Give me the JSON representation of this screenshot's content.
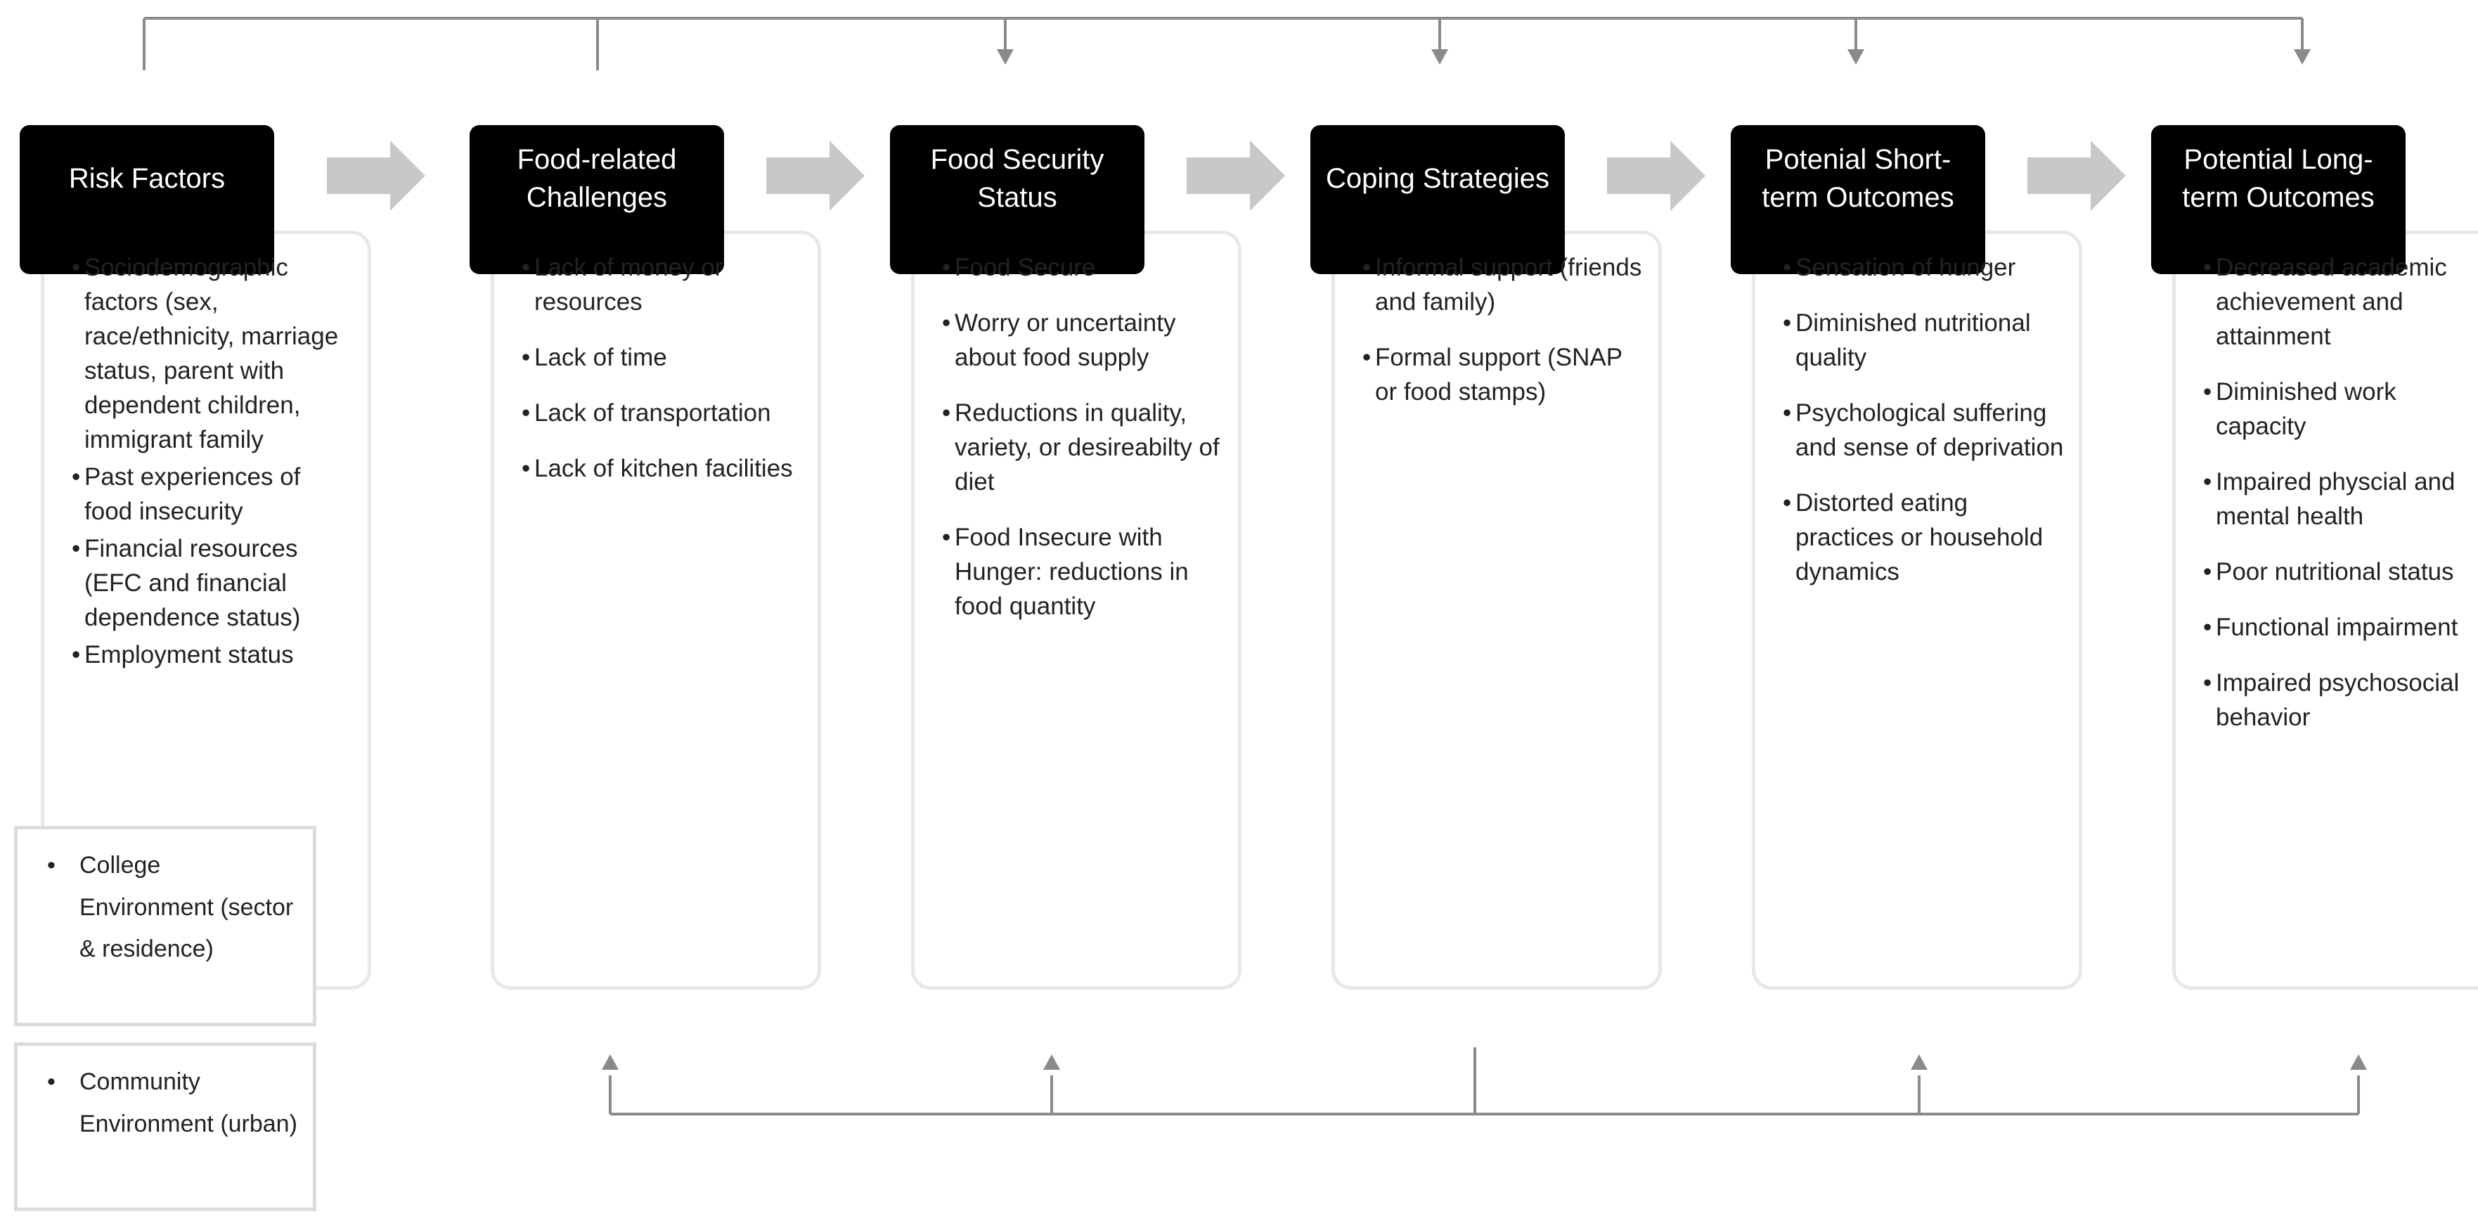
{
  "columns": [
    {
      "title": "Risk Factors",
      "items": [
        "Sociodemographic factors (sex, race/ethnicity, marriage status, parent with dependent children, immigrant family",
        "Past experiences of food insecurity",
        "Financial resources (EFC and financial dependence status)",
        "Employment status"
      ]
    },
    {
      "title": "Food-related Challenges",
      "items": [
        "Lack of money or resources",
        "Lack of time",
        "Lack of transportation",
        "Lack of kitchen facilities"
      ]
    },
    {
      "title": "Food Security Status",
      "items": [
        "Food Secure",
        "Worry or uncertainty about food supply",
        "Reductions in quality, variety, or desireabilty of diet",
        "Food Insecure with Hunger: reductions in food quantity"
      ]
    },
    {
      "title": "Coping Strategies",
      "items": [
        "Informal support (friends and family)",
        "Formal support (SNAP or food stamps)"
      ]
    },
    {
      "title": "Potenial Short-term Outcomes",
      "items": [
        "Sensation of hunger",
        "Diminished nutritional quality",
        "Psychological suffering and sense of deprivation",
        "Distorted eating practices or household dynamics"
      ]
    },
    {
      "title": "Potential Long-term Outcomes",
      "items": [
        "Decreased academic achievement and attainment",
        "Diminished work capacity",
        "Impaired physcial and mental health",
        "Poor nutritional status",
        "Functional impairment",
        "Impaired psychosocial behavior"
      ]
    }
  ],
  "environment_boxes": [
    {
      "text": "College Environment (sector & residence)"
    },
    {
      "text": "Community Environment (urban)"
    }
  ],
  "colors": {
    "header_bg": "#000000",
    "header_text": "#ffffff",
    "arrow_fill": "#c8c8c8",
    "connector": "#8a8a8a",
    "box_border": "#e8e8e8"
  }
}
